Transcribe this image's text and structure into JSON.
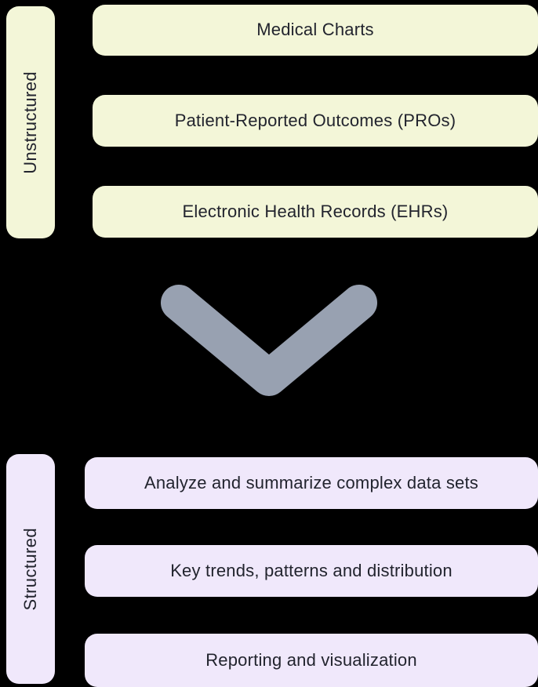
{
  "colors": {
    "background": "#000000",
    "unstructured_fill": "#f3f6d8",
    "structured_fill": "#f0e8fb",
    "arrow": "#98a1b1",
    "text": "#22242e"
  },
  "unstructured": {
    "label": "Unstructured",
    "items": [
      "Medical Charts",
      "Patient-Reported Outcomes (PROs)",
      "Electronic Health Records (EHRs)"
    ]
  },
  "arrow": {
    "icon": "chevron-down"
  },
  "structured": {
    "label": "Structured",
    "items": [
      "Analyze and summarize complex data sets",
      "Key trends, patterns and distribution",
      "Reporting and visualization"
    ]
  }
}
